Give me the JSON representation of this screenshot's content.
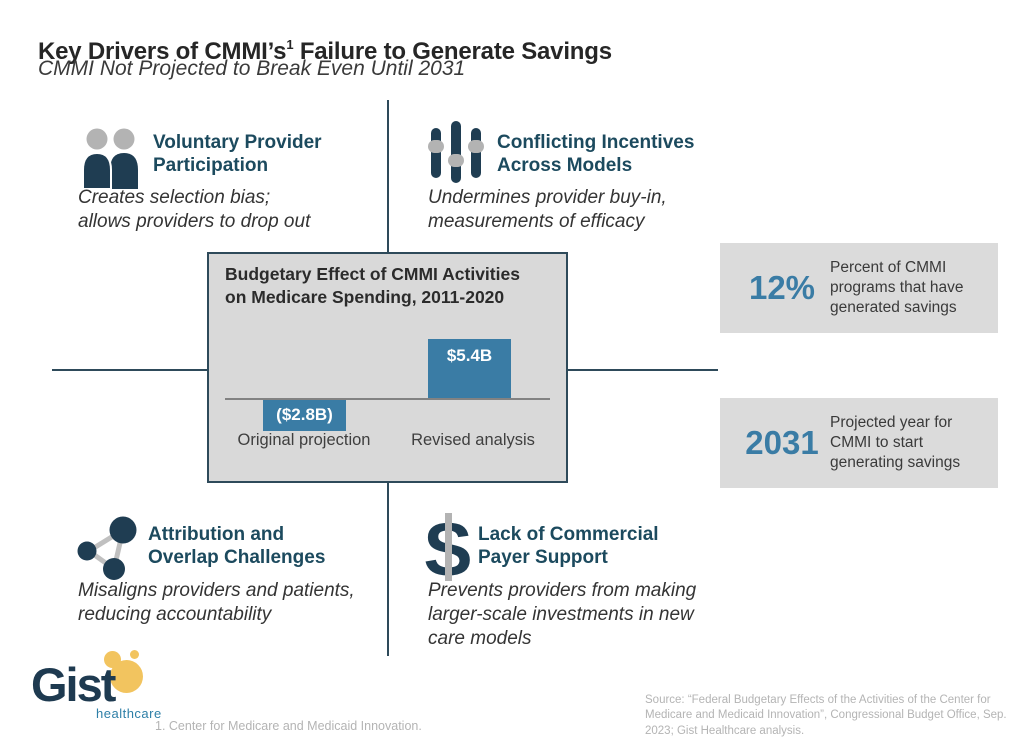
{
  "header": {
    "title_before_sup": "Key Drivers of CMMI’s",
    "title_sup": "1",
    "title_after_sup": " Failure to Generate Savings",
    "subtitle": "CMMI Not Projected to Break Even Until 2031"
  },
  "quadrants": {
    "top_left": {
      "icon": "two-people-icon",
      "heading": "Voluntary Provider\nParticipation",
      "description": "Creates selection bias;\nallows providers to drop out"
    },
    "top_right": {
      "icon": "sliders-icon",
      "heading": "Conflicting Incentives\nAcross Models",
      "description": "Undermines provider buy-in,\nmeasurements of efficacy"
    },
    "bottom_left": {
      "icon": "network-icon",
      "heading": "Attribution and\nOverlap Challenges",
      "description": "Misaligns providers and patients,\nreducing accountability"
    },
    "bottom_right": {
      "icon": "dollar-icon",
      "heading": "Lack of Commercial\nPayer Support",
      "description": "Prevents providers from making\nlarger-scale investments in new\ncare models"
    }
  },
  "chart_data": {
    "type": "bar",
    "title": "Budgetary Effect of CMMI Activities\non Medicare Spending, 2011-2020",
    "categories": [
      "Original projection",
      "Revised analysis"
    ],
    "values": [
      -2.8,
      5.4
    ],
    "bar_labels": [
      "($2.8B)",
      "$5.4B"
    ],
    "unit": "billions USD",
    "baseline": 0,
    "bar_color": "#3a7ca5",
    "legend": "none",
    "grid": "off"
  },
  "stats": [
    {
      "value": "12%",
      "description": "Percent of CMMI\nprograms that have\ngenerated savings"
    },
    {
      "value": "2031",
      "description": "Projected year for\nCMMI to start\ngenerating savings"
    }
  ],
  "footer": {
    "logo_text": "Gist",
    "logo_subtext": "healthcare",
    "footnote": "1.  Center for Medicare and Medicaid Innovation.",
    "source": "Source:  “Federal Budgetary Effects of the Activities of the Center for\nMedicare and Medicaid Innovation”, Congressional Budget Office, Sep.\n2023; Gist Healthcare analysis."
  },
  "colors": {
    "heading_teal": "#1c4a5e",
    "accent_blue": "#3a7ca5",
    "icon_navy": "#1f3d52",
    "icon_gray": "#b3b3b3",
    "box_gray": "#d9d9d9",
    "divider": "#2e4a5a",
    "logo_navy": "#1e3a50",
    "logo_yellow": "#f2c45f",
    "logo_blue": "#2e7fa7",
    "muted_text": "#b4b4b4"
  }
}
